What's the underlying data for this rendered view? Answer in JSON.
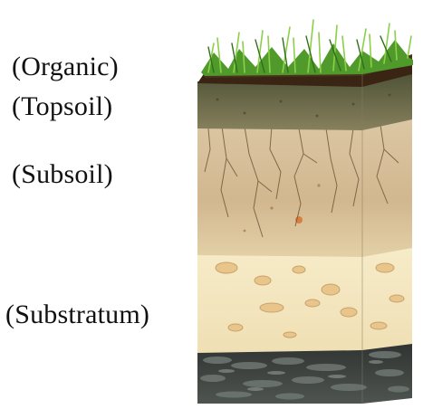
{
  "labels": {
    "organic": "(Organic)",
    "topsoil": "(Topsoil)",
    "subsoil": "(Subsoil)",
    "substratum": "(Substratum)"
  },
  "colors": {
    "grass": "#4f9a2a",
    "grass_light": "#8ccf4a",
    "organic": "#3a2414",
    "topsoil": "#6b6a4a",
    "subsoil": "#d8c09a",
    "substratum": "#f3e6c2",
    "bedrock": "#3d4240",
    "roots": "#7a5a3a"
  }
}
